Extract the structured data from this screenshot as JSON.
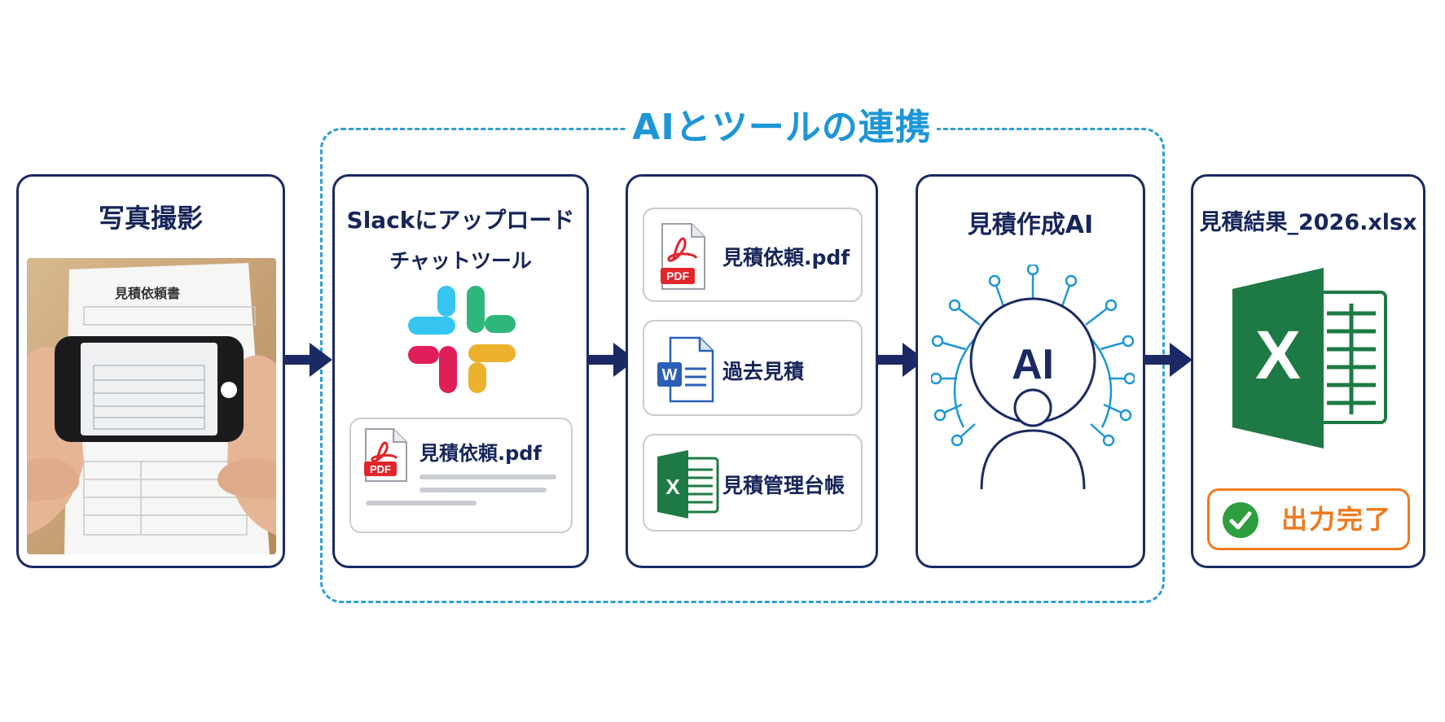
{
  "group": {
    "title": "AIとツールの連携"
  },
  "cards": {
    "photo": {
      "title": "写真撮影",
      "doc_title": "見積依頼書"
    },
    "slack": {
      "title": "Slackにアップロード",
      "subtitle": "チャットツール",
      "file_name": "見積依頼.pdf",
      "pdf_badge": "PDF"
    },
    "files": {
      "items": [
        {
          "label": "見積依頼.pdf",
          "icon": "pdf-icon",
          "badge": "PDF"
        },
        {
          "label": "過去見積",
          "icon": "word-icon",
          "badge": "W"
        },
        {
          "label": "見積管理台帳",
          "icon": "excel-icon",
          "badge": "X"
        }
      ]
    },
    "ai": {
      "title": "見積作成AI",
      "ai_label": "AI"
    },
    "output": {
      "title": "見積結果_2026.xlsx",
      "excel_letter": "X",
      "status": "出力完了"
    }
  },
  "colors": {
    "navy": "#1b2a64",
    "accent_blue": "#1d96d6",
    "orange": "#ef7a1e",
    "green_check": "#2e9e3f",
    "excel_green": "#1e7a45",
    "pdf_red": "#e2242b",
    "word_blue": "#2b5fb8"
  }
}
